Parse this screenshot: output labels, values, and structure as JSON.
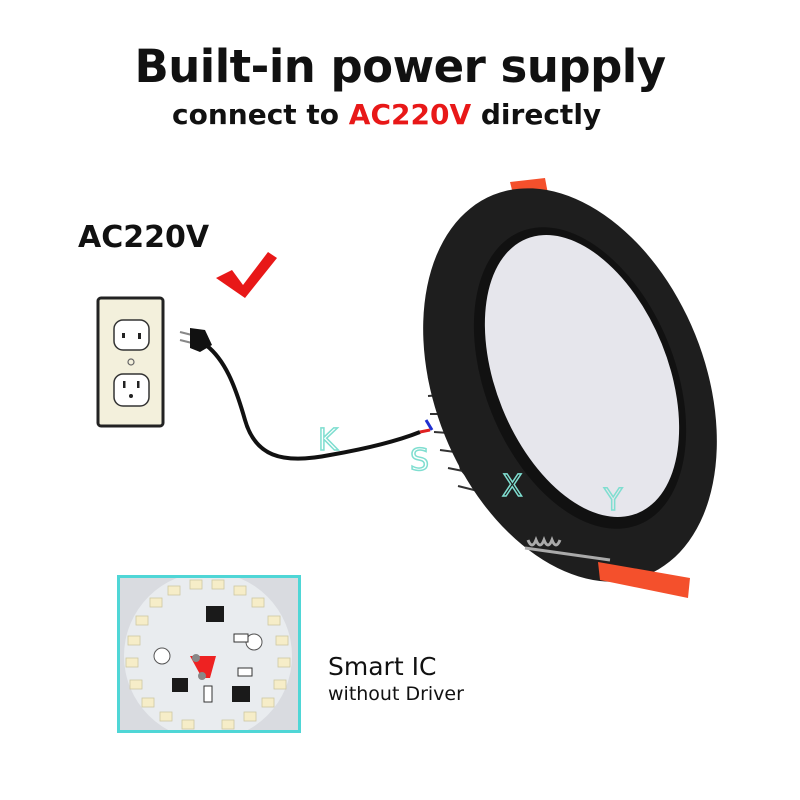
{
  "header": {
    "title": "Built-in power supply",
    "subtitle_prefix": "connect to",
    "subtitle_accent": "AC220V",
    "subtitle_suffix": "directly",
    "accent_color": "#e81818"
  },
  "outlet_section": {
    "label": "AC220V",
    "icons": [
      "wall-outlet-icon",
      "plug-icon",
      "checkmark-icon"
    ]
  },
  "product": {
    "name": "downlight",
    "bezel_color": "#1e1e1e",
    "clip_color": "#f4502c",
    "lens_color": "#e6e6ec"
  },
  "pcb_section": {
    "line1": "Smart IC",
    "line2": "without Driver",
    "frame_color": "#4fd6d6"
  },
  "watermark": {
    "letters": [
      "K",
      "S",
      "X",
      "Y"
    ]
  }
}
